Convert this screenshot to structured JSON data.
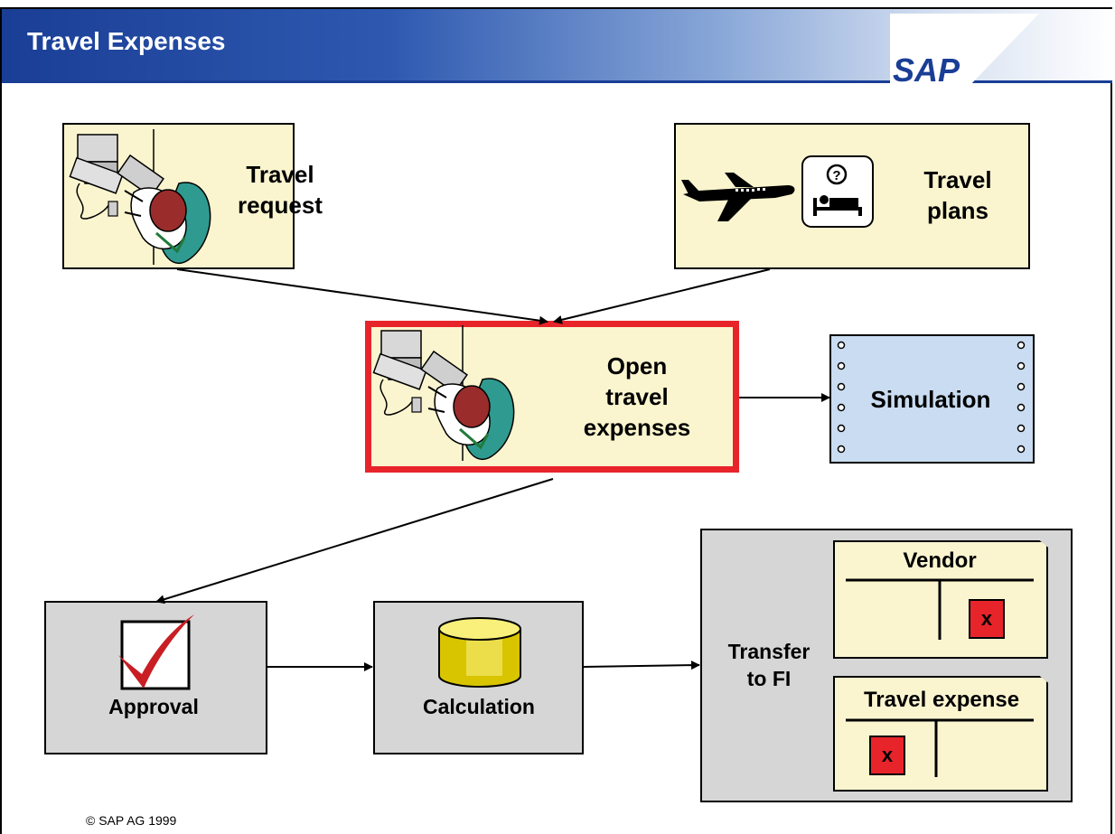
{
  "header": {
    "title": "Travel Expenses",
    "logo_text": "SAP"
  },
  "boxes": {
    "travel_request": "Travel\nrequest",
    "travel_plans": "Travel\nplans",
    "open_travel_expenses": "Open\ntravel\nexpenses",
    "simulation": "Simulation",
    "approval": "Approval",
    "calculation": "Calculation",
    "transfer": "Transfer\nto FI"
  },
  "accounts": {
    "vendor": {
      "title": "Vendor",
      "mark": "x"
    },
    "travel_expense": {
      "title": "Travel expense",
      "mark": "x"
    }
  },
  "footer": {
    "copyright": "©  SAP AG 1999"
  },
  "colors": {
    "header_blue": "#1a3e96",
    "highlight_red": "#e8242b",
    "box_yellow": "#fbf5cf",
    "box_gray": "#d6d6d6",
    "box_blue": "#c9dcf1"
  },
  "icons": [
    "computer-user-icon",
    "airplane-icon",
    "hotel-bed-icon",
    "question-icon",
    "checkmark-icon",
    "database-icon"
  ]
}
